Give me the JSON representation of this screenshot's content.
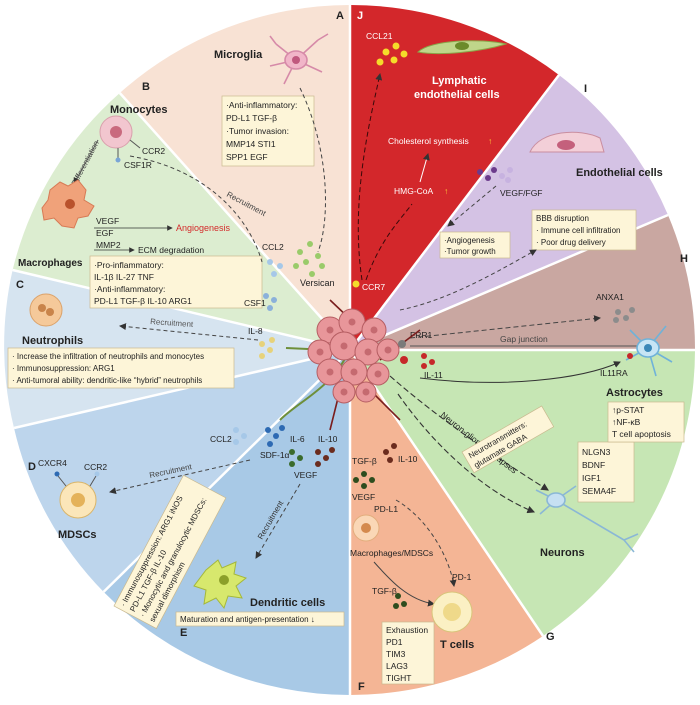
{
  "sectors": {
    "A": {
      "letter": "A",
      "title": "Microglia",
      "box": [
        "·Anti-inflammatory:",
        "PD-L1  TGF-β",
        "·Tumor invasion:",
        "MMP14  STI1",
        "SPP1  EGF"
      ],
      "versican": "Versican"
    },
    "B": {
      "letter": "B",
      "title_monocytes": "Monocytes",
      "title_macrophages": "Macrophages",
      "ccr2": "CCR2",
      "csf1r": "CSF1R",
      "differentiation": "Differentiation",
      "vegf": "VEGF",
      "egf": "EGF",
      "angiogenesis": "Angiogenesis",
      "mmp2": "MMP2",
      "ecm": "ECM degradation",
      "box": [
        "·Pro-inflammatory:",
        "IL-1β IL-27 TNF",
        "·Anti-inflammatory:",
        "PD-L1  TGF-β  IL-10  ARG1"
      ],
      "recruitment": "Recruitment",
      "ccl2": "CCL2",
      "csf1": "CSF1"
    },
    "C": {
      "letter": "C",
      "title": "Neutrophils",
      "recruitment": "Recruitment",
      "il8": "IL-8",
      "box": [
        "· Increase the infiltration of neutrophils and monocytes",
        "· Immunosuppression: ARG1",
        "· Anti-tumoral ability: dendritic-like “hybrid” neutrophils"
      ]
    },
    "D": {
      "letter": "D",
      "title": "MDSCs",
      "cxcr4": "CXCR4",
      "ccr2": "CCR2",
      "ccl2": "CCL2",
      "sdf": "SDF-1α",
      "recruitment": "Recruitment",
      "box": [
        "· Immunosuppression: ARG1  iNOS",
        "PD-L1  TGF-β  IL-10",
        "· Monocytic and granulocytic MDSCs:",
        "sexual dimorphism"
      ]
    },
    "E": {
      "letter": "E",
      "title": "Dendritic cells",
      "il6": "IL-6",
      "il10": "IL-10",
      "vegf": "VEGF",
      "recruitment": "Recruitment",
      "box": "Maturation and antigen-presentation ↓"
    },
    "F": {
      "letter": "F",
      "title": "T cells",
      "tgfb_top": "TGF-β",
      "vegf": "VEGF",
      "il10": "IL-10",
      "pdl1": "PD-L1",
      "macrophages": "Macrophages/MDSCs",
      "pd1": "PD-1",
      "tgfb_bottom": "TGF-β",
      "box": [
        "Exhaustion",
        "PD1",
        "TIM3",
        "LAG3",
        "TIGHT"
      ]
    },
    "G": {
      "letter": "G",
      "title": "Neurons",
      "synapses": "Neuron-glioma synapses",
      "neuro": [
        "Neurotransmitters:",
        "glutamate  GABA"
      ],
      "box": [
        "NLGN3",
        "BDNF",
        "IGF1",
        "SEMA4F"
      ]
    },
    "H": {
      "letter": "H",
      "title": "Astrocytes",
      "anxa1": "ANXA1",
      "frr1": "FRR1",
      "gap": "Gap junction",
      "il11": "IL-11",
      "il11ra": "IL11RA",
      "box": [
        "↑p-STAT",
        "↑NF-κB",
        "T cell apoptosis"
      ]
    },
    "I": {
      "letter": "I",
      "title": "Endothelial cells",
      "vegf_fgf": "VEGF/FGF",
      "box_left": [
        "·Angiogenesis",
        "·Tumor growth"
      ],
      "box_right": [
        "BBB disruption",
        "· Immune cell infiltration",
        "· Poor drug delivery"
      ]
    },
    "J": {
      "letter": "J",
      "title": [
        "Lymphatic",
        "endothelial cells"
      ],
      "ccl21": "CCL21",
      "cholesterol": "Cholesterol synthesis",
      "hmg": "HMG-CoA",
      "ccr7": "CCR7",
      "up_arrow": "↑"
    }
  },
  "colors": {
    "A": "#f8e2d4",
    "B": "#dcedd0",
    "C": "#d6e4f0",
    "D": "#bdd5ec",
    "E": "#a8c9e6",
    "F": "#f4b595",
    "G": "#c6e6b4",
    "H": "#c9a7a1",
    "I": "#d4c2e4",
    "J": "#d3272b",
    "tumor": "#e8969a",
    "red_text": "#d42b2b",
    "box_fill": "#fdf5d8"
  }
}
